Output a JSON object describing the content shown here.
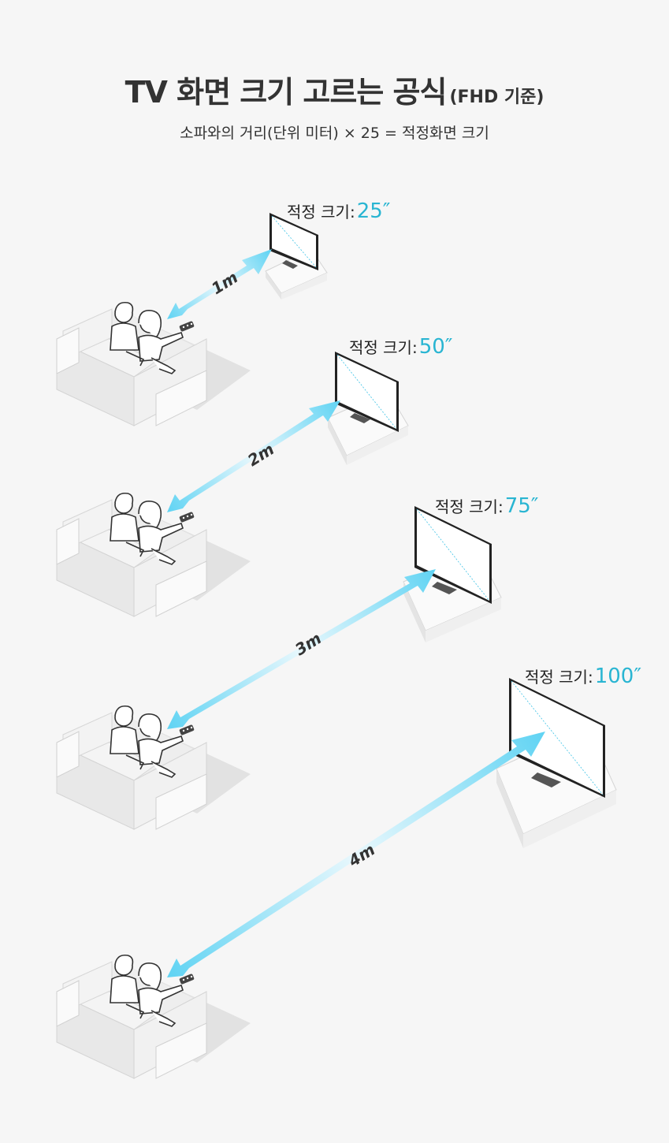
{
  "header": {
    "title": "TV 화면 크기 고르는 공식",
    "title_suffix": "(FHD 기준)",
    "formula": "소파와의 거리(단위 미터) × 25 = 적정화면 크기"
  },
  "rows": [
    {
      "distance": "1m",
      "size_label": "적정 크기:",
      "size_value": "25″"
    },
    {
      "distance": "2m",
      "size_label": "적정 크기:",
      "size_value": "50″"
    },
    {
      "distance": "3m",
      "size_label": "적정 크기:",
      "size_value": "75″"
    },
    {
      "distance": "4m",
      "size_label": "적정 크기:",
      "size_value": "100″"
    }
  ],
  "colors": {
    "accent": "#29b5d2",
    "arrow": "#5fd3f3",
    "furniture": "#e6e6e6",
    "shadow": "#e0e0e0"
  },
  "icons": [
    "sofa-couple-icon",
    "remote-icon",
    "tv-icon",
    "tv-stand-icon",
    "distance-arrow-icon"
  ]
}
